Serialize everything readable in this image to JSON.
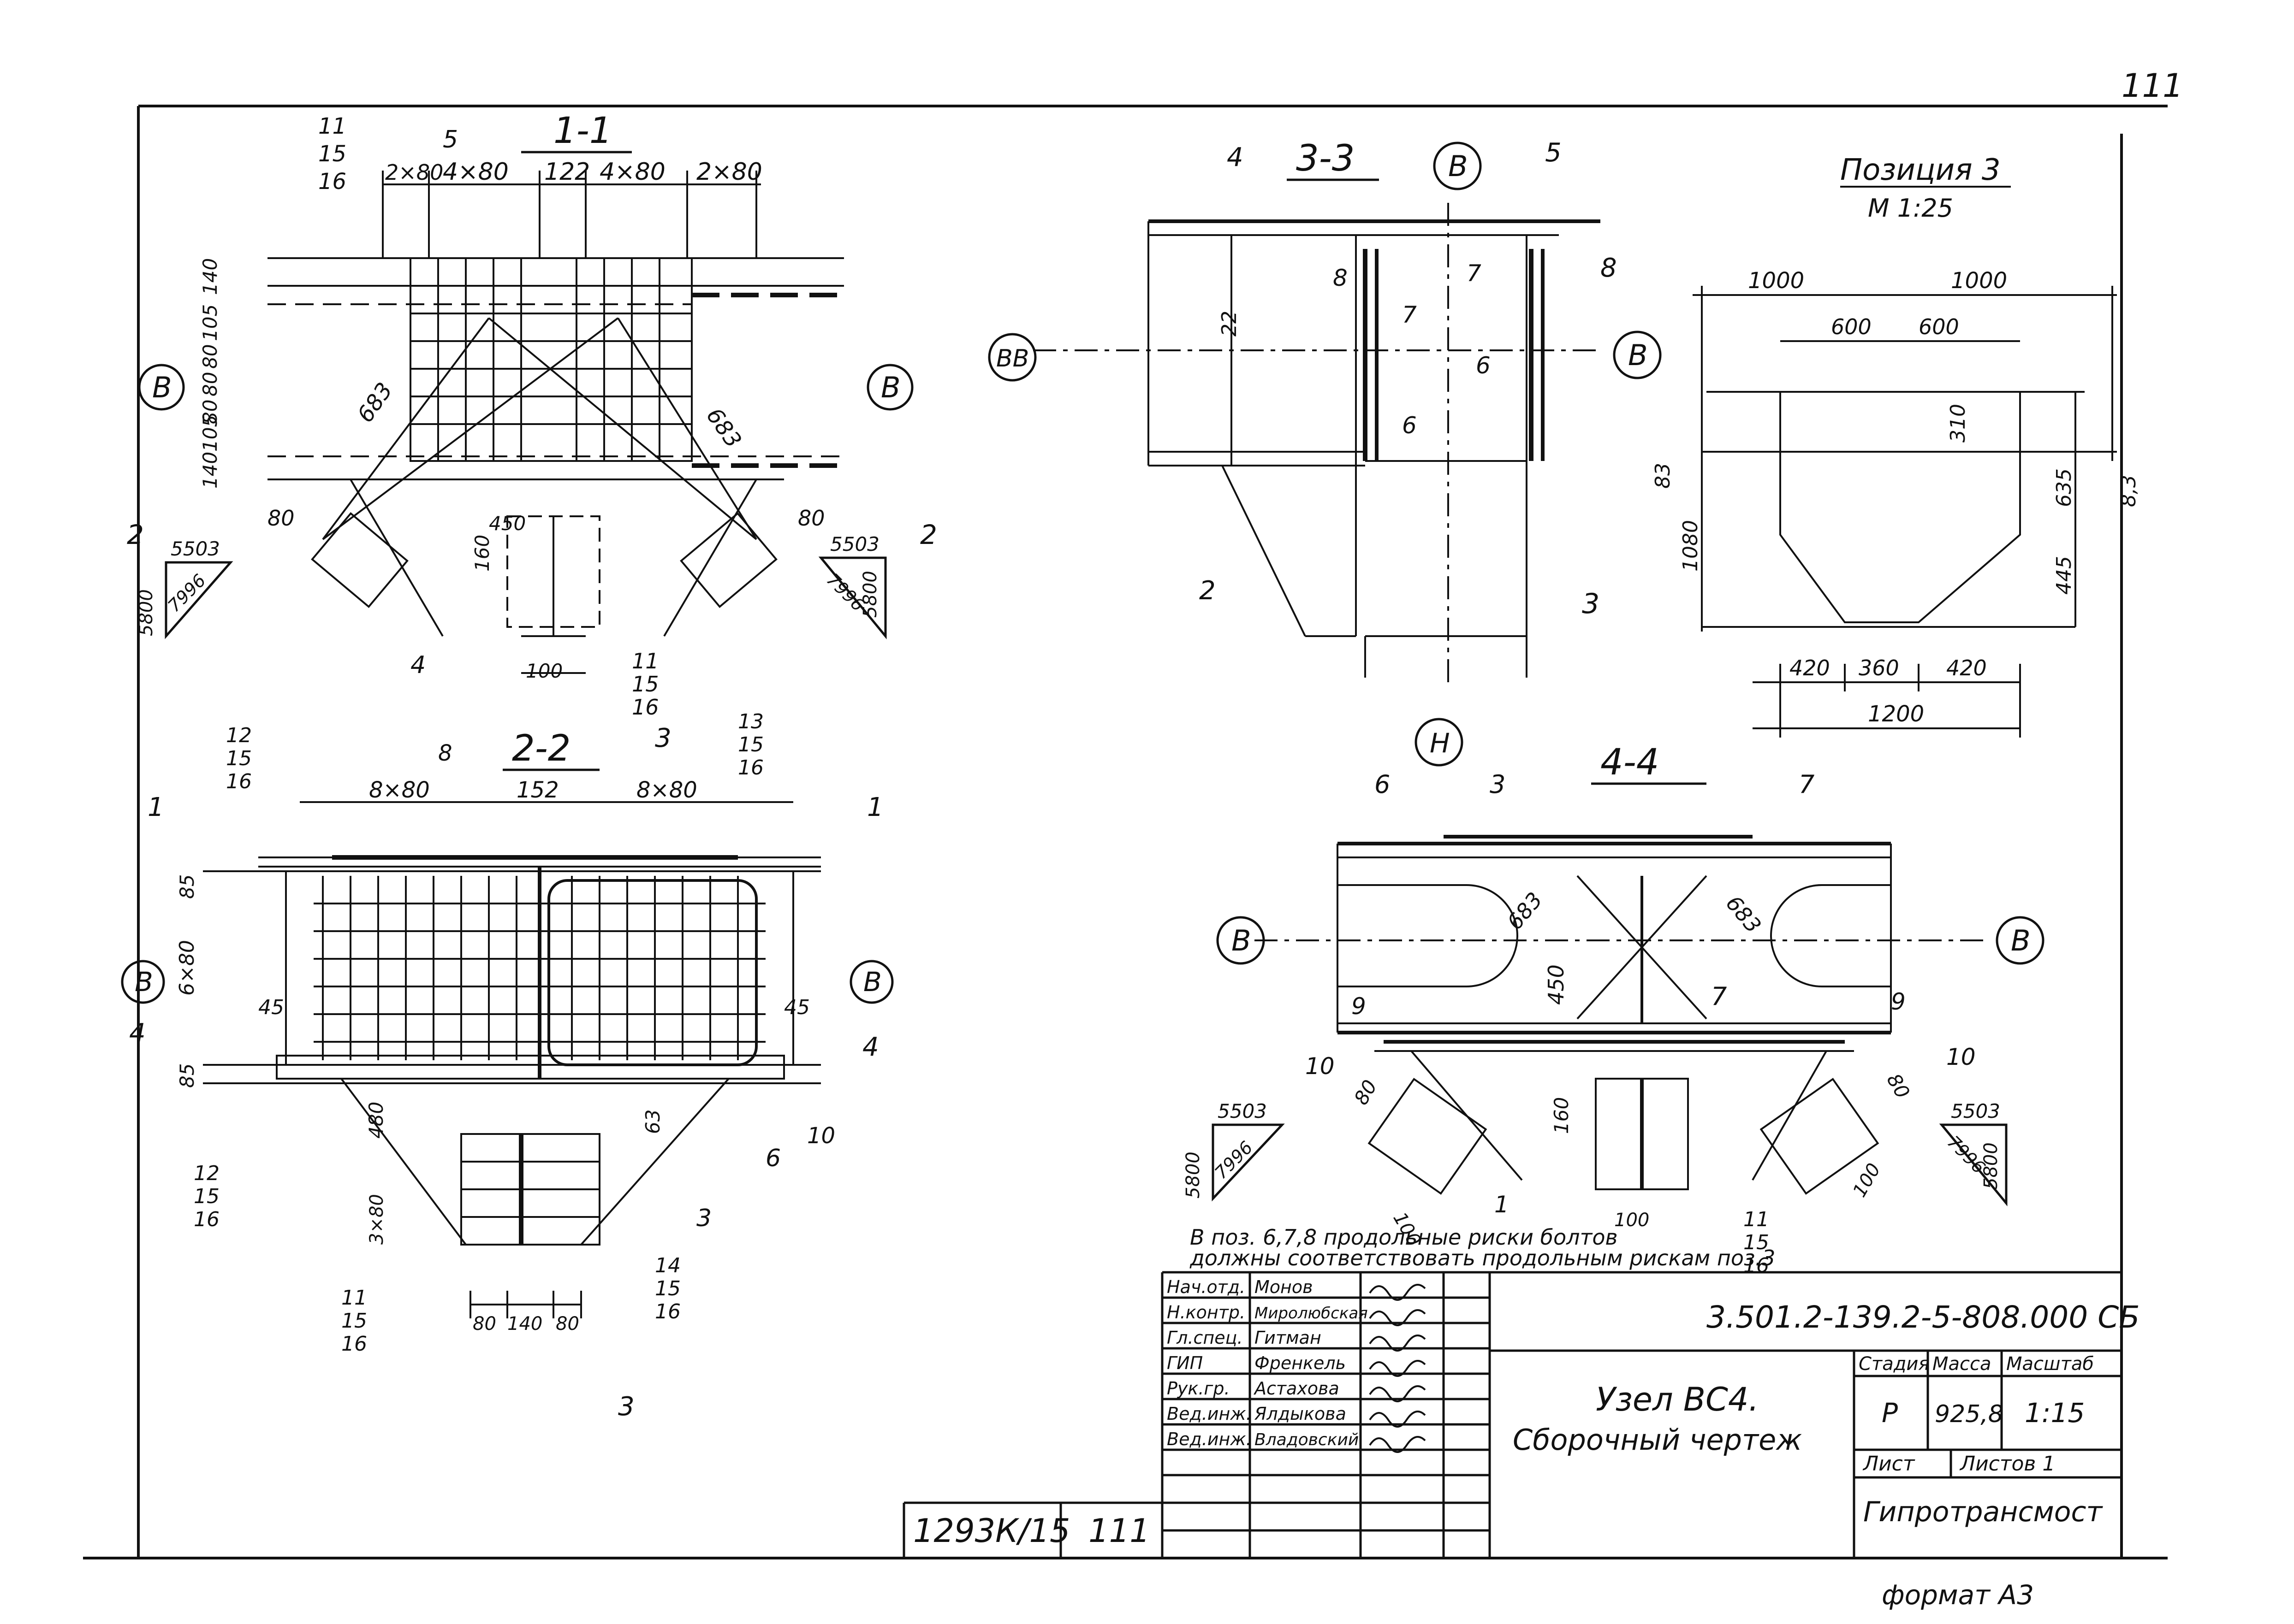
{
  "sheet": {
    "page_number_top": "111",
    "format_label": "формат А3",
    "drawing_code": "3.501.2-139.2-5-808.000 СБ",
    "title_line1": "Узел ВС4.",
    "title_line2": "Сборочный чертеж",
    "organization": "Гипротрансмост",
    "archive_number": "1293К/15",
    "archive_sheet": "111",
    "stage_header": "Стадия",
    "mass_header": "Масса",
    "scale_header": "Масштаб",
    "stage": "Р",
    "mass": "925,8",
    "scale": "1:15",
    "sheet_label": "Лист",
    "sheets_label": "Листов 1",
    "roles": [
      {
        "role": "Нач.отд.",
        "name": "Монов"
      },
      {
        "role": "Н.контр.",
        "name": "Миролюбская"
      },
      {
        "role": "Гл.спец.",
        "name": "Гитман"
      },
      {
        "role": "ГИП",
        "name": "Френкель"
      },
      {
        "role": "Рук.гр.",
        "name": "Астахова"
      },
      {
        "role": "Вед.инж.",
        "name": "Ялдыкова"
      },
      {
        "role": "Вед.инж.",
        "name": "Владовский"
      }
    ]
  },
  "sections": {
    "s11": {
      "title": "1-1",
      "dims": [
        "2×80",
        "4×80",
        "122",
        "4×80",
        "2×80"
      ],
      "vdims": [
        "140",
        "105",
        "80",
        "80",
        "80",
        "105",
        "140"
      ],
      "diag": "683",
      "marks": [
        "11",
        "15",
        "16",
        "5",
        "4",
        "80",
        "160",
        "450",
        "100",
        "В"
      ],
      "triangle": [
        "5503",
        "7996",
        "5800"
      ],
      "cut": "2"
    },
    "s22": {
      "title": "2-2",
      "dims": [
        "8×80",
        "152",
        "8×80"
      ],
      "vdims": [
        "85",
        "6×80",
        "85"
      ],
      "marks": [
        "12",
        "13",
        "15",
        "16",
        "8",
        "45",
        "480",
        "63",
        "3×80",
        "80",
        "140",
        "14",
        "10",
        "3",
        "6",
        "В"
      ],
      "cut1": "1",
      "cut3": "3",
      "cut4": "4"
    },
    "s33": {
      "title": "3-3",
      "axis_left": "ВВ",
      "axis_right": "В",
      "axis_top": "В",
      "axis_bottom": "Н",
      "marks": [
        "4",
        "5",
        "8",
        "7",
        "6",
        "2",
        "3",
        "22"
      ]
    },
    "pos3": {
      "title": "Позиция 3",
      "scale": "М 1:25",
      "dims_top": [
        "1000",
        "1000"
      ],
      "dims_inner": [
        "600",
        "600"
      ],
      "dims_bottom": [
        "420",
        "360",
        "420"
      ],
      "total_bottom": "1200",
      "vdims": [
        "310",
        "635",
        "445",
        "1080",
        "8,3",
        "83"
      ]
    },
    "s44": {
      "title": "4-4",
      "marks": [
        "6",
        "3",
        "7",
        "683",
        "450",
        "9",
        "10",
        "80",
        "160",
        "100",
        "1",
        "11",
        "15",
        "16",
        "В"
      ],
      "triangle": [
        "5503",
        "7996",
        "5800"
      ]
    }
  },
  "note": {
    "line1": "В поз. 6,7,8 продольные риски болтов",
    "line2": "должны соответствовать продольным рискам поз.3"
  }
}
